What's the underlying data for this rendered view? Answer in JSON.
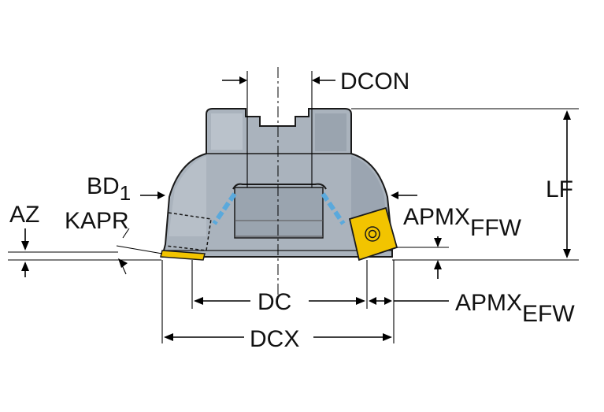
{
  "labels": {
    "dcon": "DCON",
    "lf": "LF",
    "bd_main": "BD",
    "bd_sub": "1",
    "az": "AZ",
    "kapr": "KAPR",
    "apmx_ffw_main": "APMX",
    "apmx_ffw_sub": "FFW",
    "dc": "DC",
    "apmx_efw_main": "APMX",
    "apmx_efw_sub": "EFW",
    "dcx": "DCX"
  },
  "colors": {
    "body": "#aab3bd",
    "body_dark": "#8a95a1",
    "body_light": "#c4ccd4",
    "outline": "#1a1a1a",
    "insert": "#f2c400",
    "coolant": "#5aa9dc"
  }
}
